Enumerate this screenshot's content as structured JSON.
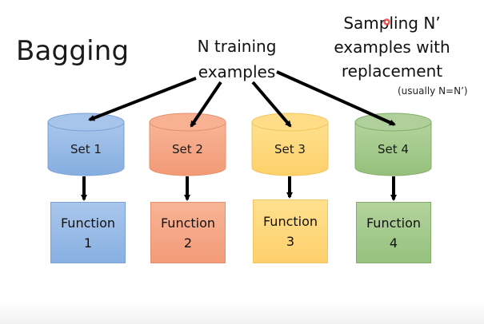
{
  "slide": {
    "title": "Bagging",
    "source_label": [
      "N training",
      "examples"
    ],
    "sampling_label": [
      "Sampling N’",
      "examples with",
      "replacement"
    ],
    "note": "(usually N=N’)",
    "colors": {
      "blue": "#8fb4e3",
      "orange": "#f4a582",
      "yellow": "#ffd77a",
      "green": "#a3c98a",
      "arrow": "#000000"
    },
    "sets": [
      {
        "label": "Set 1",
        "function_line1": "Function",
        "function_line2": "1",
        "color": "blue"
      },
      {
        "label": "Set 2",
        "function_line1": "Function",
        "function_line2": "2",
        "color": "orange"
      },
      {
        "label": "Set 3",
        "function_line1": "Function",
        "function_line2": "3",
        "color": "yellow"
      },
      {
        "label": "Set 4",
        "function_line1": "Function",
        "function_line2": "4",
        "color": "green"
      }
    ],
    "pointer": "laser-pointer-dot"
  }
}
